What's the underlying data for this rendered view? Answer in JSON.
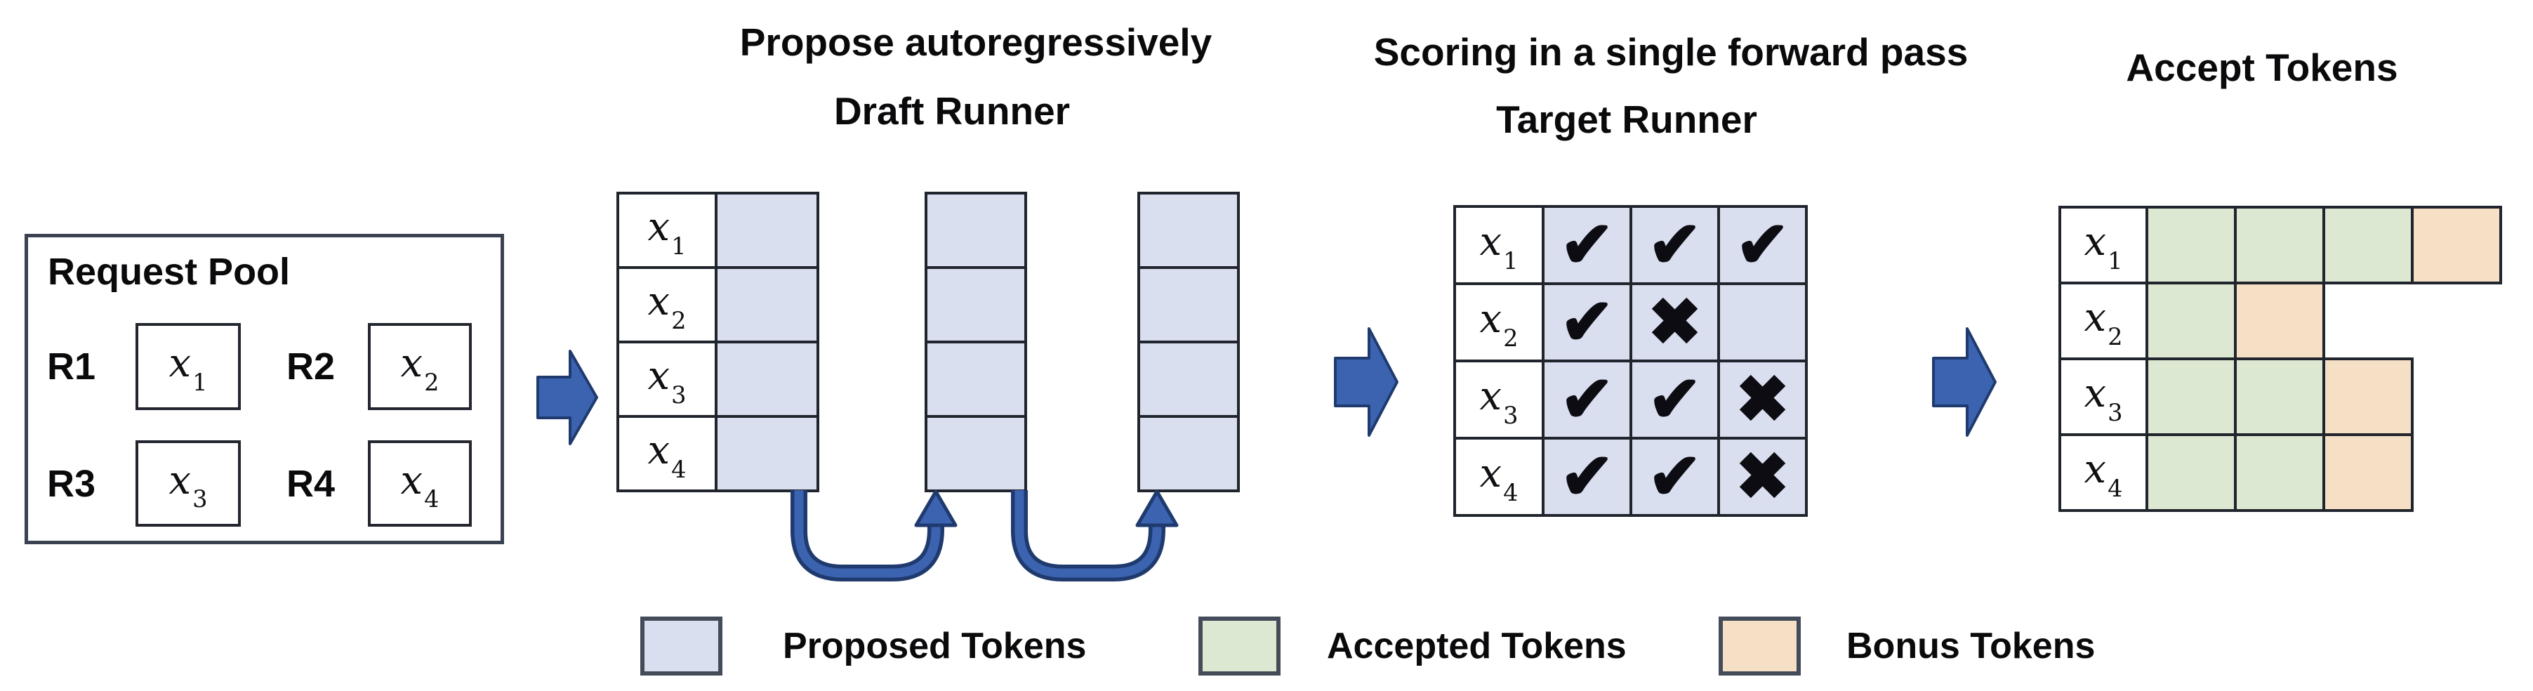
{
  "titles": {
    "propose": "Propose autoregressively",
    "draft_runner": "Draft Runner",
    "scoring": "Scoring in a single forward pass",
    "target_runner": "Target Runner",
    "accept": "Accept Tokens"
  },
  "request_pool": {
    "title": "Request Pool",
    "requests": [
      {
        "id": "R1",
        "token_base": "x",
        "token_sub": "1"
      },
      {
        "id": "R2",
        "token_base": "x",
        "token_sub": "2"
      },
      {
        "id": "R3",
        "token_base": "x",
        "token_sub": "3"
      },
      {
        "id": "R4",
        "token_base": "x",
        "token_sub": "4"
      }
    ]
  },
  "draft_runner": {
    "rows": [
      {
        "token_base": "x",
        "token_sub": "1"
      },
      {
        "token_base": "x",
        "token_sub": "2"
      },
      {
        "token_base": "x",
        "token_sub": "3"
      },
      {
        "token_base": "x",
        "token_sub": "4"
      }
    ],
    "proposal_columns": 3,
    "cells_per_column": 4
  },
  "target_runner": {
    "rows": [
      {
        "token_base": "x",
        "token_sub": "1",
        "marks": [
          "check",
          "check",
          "check"
        ]
      },
      {
        "token_base": "x",
        "token_sub": "2",
        "marks": [
          "check",
          "cross",
          "none"
        ]
      },
      {
        "token_base": "x",
        "token_sub": "3",
        "marks": [
          "check",
          "check",
          "cross"
        ]
      },
      {
        "token_base": "x",
        "token_sub": "4",
        "marks": [
          "check",
          "check",
          "cross"
        ]
      }
    ]
  },
  "accept_tokens": {
    "rows": [
      {
        "token_base": "x",
        "token_sub": "1",
        "cells": [
          "accepted",
          "accepted",
          "accepted",
          "bonus"
        ]
      },
      {
        "token_base": "x",
        "token_sub": "2",
        "cells": [
          "accepted",
          "bonus"
        ]
      },
      {
        "token_base": "x",
        "token_sub": "3",
        "cells": [
          "accepted",
          "accepted",
          "bonus"
        ]
      },
      {
        "token_base": "x",
        "token_sub": "4",
        "cells": [
          "accepted",
          "accepted",
          "bonus"
        ]
      }
    ]
  },
  "legend": {
    "proposed_label": "Proposed Tokens",
    "accepted_label": "Accepted Tokens",
    "bonus_label": "Bonus Tokens"
  },
  "symbols": {
    "check": "✔",
    "cross": "✖",
    "none": ""
  },
  "colors": {
    "proposed": "#d9dfef",
    "accepted": "#dde8d2",
    "bonus": "#f6e0c5",
    "arrow_fill": "#3c63b0",
    "arrow_outline": "#1f3a6e",
    "grid_border": "#20242c",
    "mark": "#0c0c12"
  }
}
